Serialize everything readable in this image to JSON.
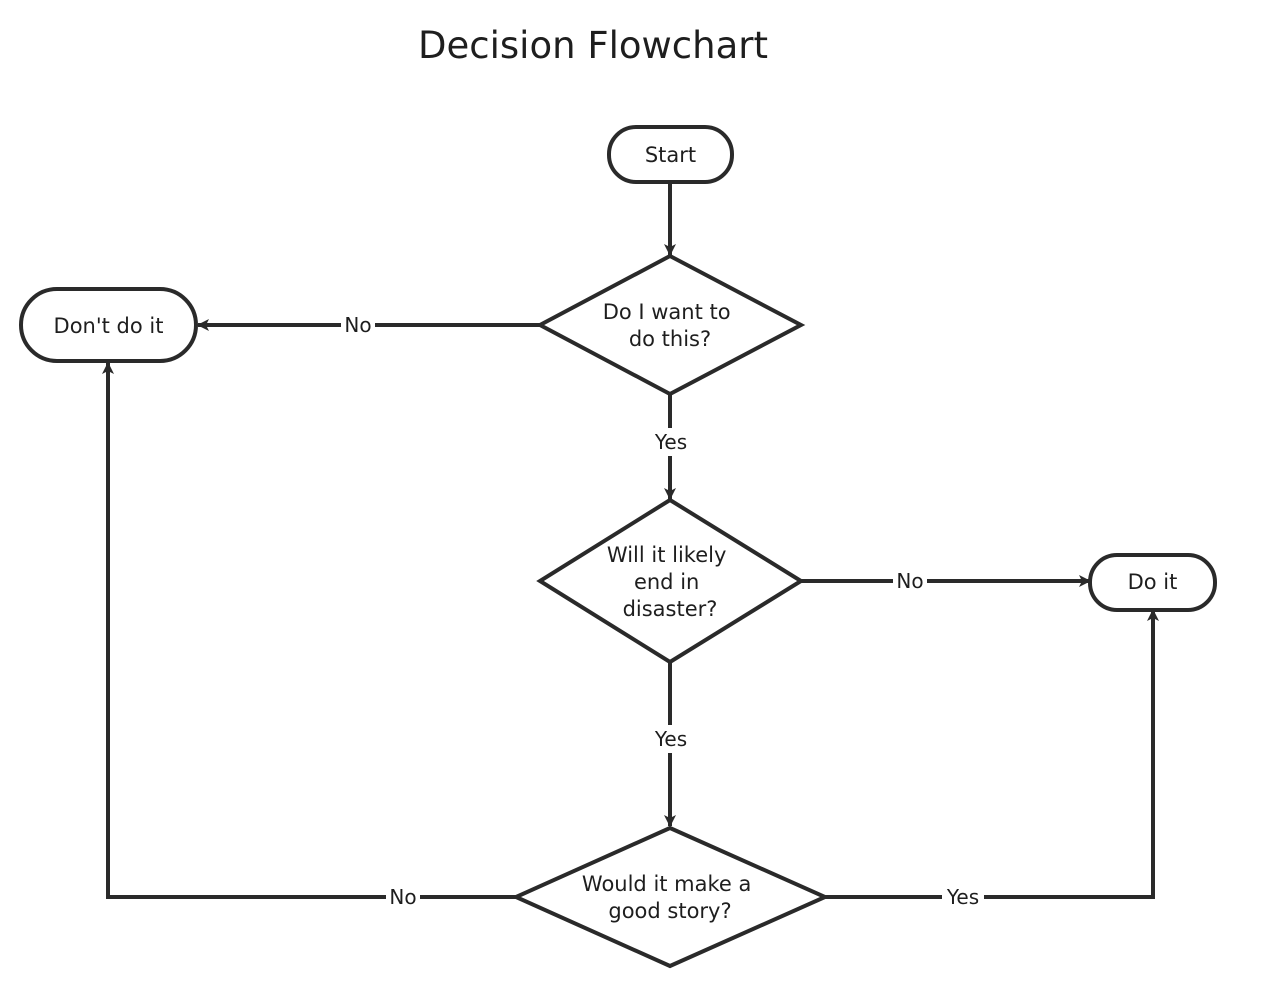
{
  "title": "Decision Flowchart",
  "nodes": {
    "start": {
      "lines": [
        "Start"
      ]
    },
    "q1": {
      "lines": [
        "Do I want to",
        "do this?"
      ]
    },
    "q2": {
      "lines": [
        "Will it likely",
        "end in",
        "disaster?"
      ]
    },
    "q3": {
      "lines": [
        "Would it make a",
        "good story?"
      ]
    },
    "dont": {
      "lines": [
        "Don't do it"
      ]
    },
    "doit": {
      "lines": [
        "Do it"
      ]
    }
  },
  "edges": {
    "start_q1": {
      "label": ""
    },
    "q1_dont": {
      "label": "No"
    },
    "q1_q2": {
      "label": "Yes"
    },
    "q2_doit": {
      "label": "No"
    },
    "q2_q3": {
      "label": "Yes"
    },
    "q3_dont": {
      "label": "No"
    },
    "q3_doit": {
      "label": "Yes"
    }
  },
  "colors": {
    "stroke": "#2a2a2a",
    "text": "#1e1e1e",
    "background": "#ffffff"
  }
}
